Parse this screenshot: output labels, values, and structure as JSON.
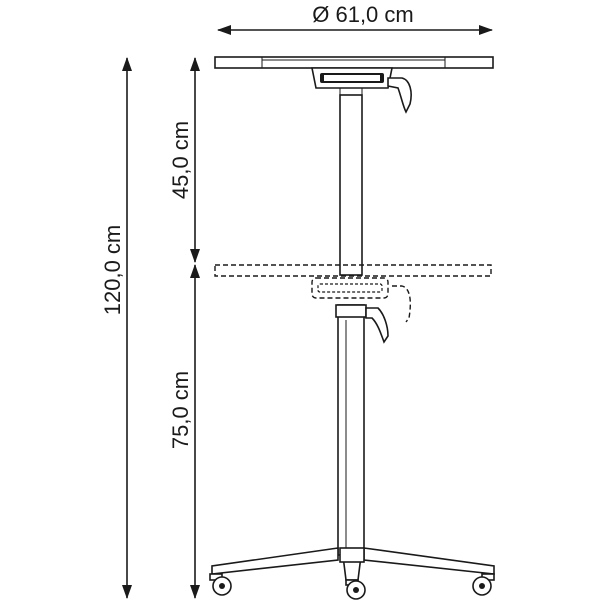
{
  "dimensions": {
    "diameter": "Ø  61,0 cm",
    "total_height": "120,0 cm",
    "upper_range": "45,0 cm",
    "lower_height": "75,0 cm"
  },
  "colors": {
    "line": "#1a1a1a",
    "background": "#ffffff"
  }
}
